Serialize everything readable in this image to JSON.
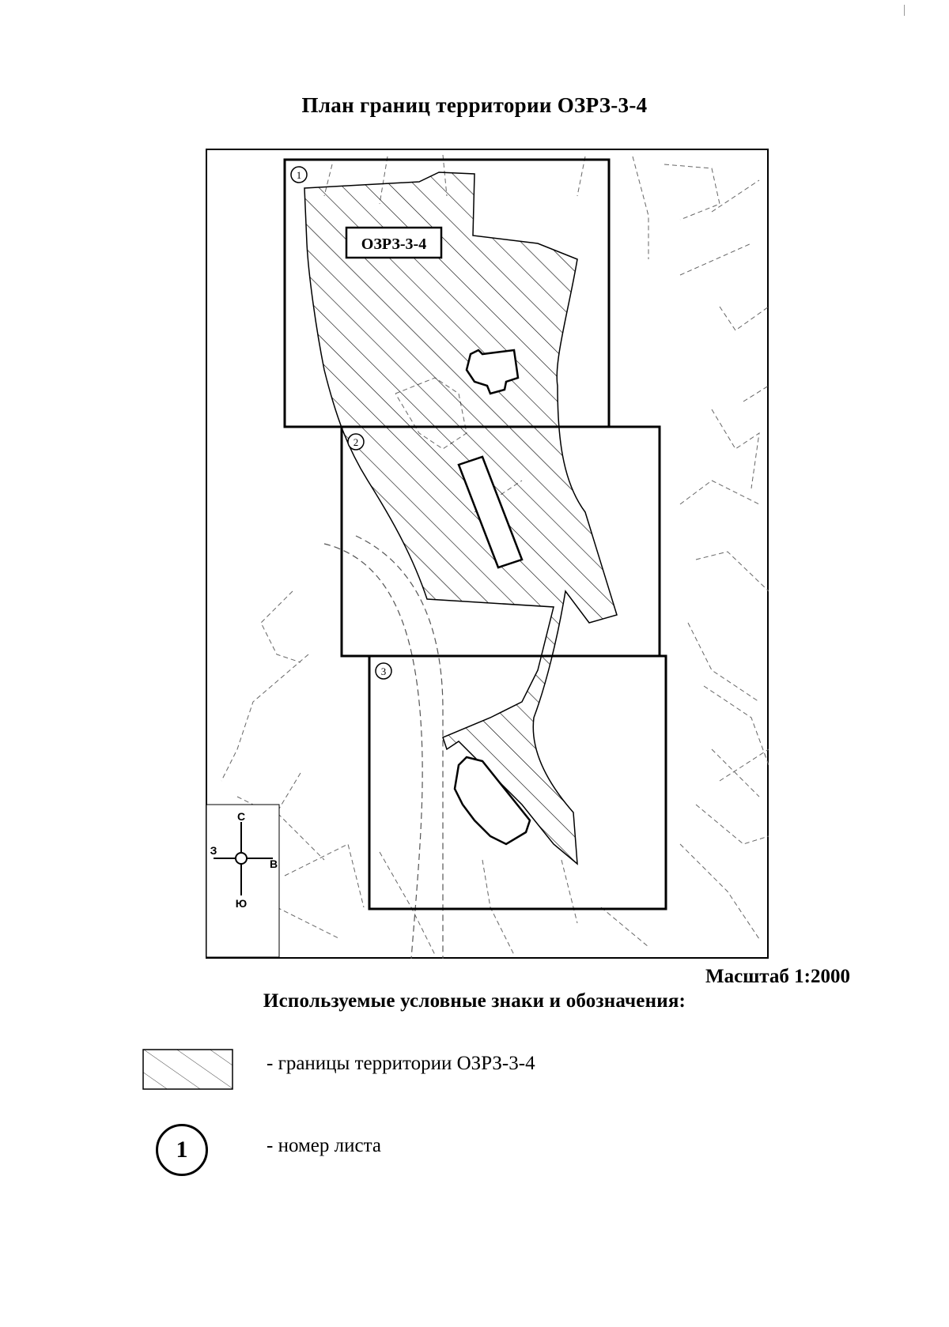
{
  "title": "План границ территории ОЗРЗ-3-4",
  "map": {
    "zone_label": "ОЗРЗ-3-4",
    "sheets": [
      "1",
      "2",
      "3"
    ],
    "compass": {
      "north": "С",
      "south": "Ю",
      "west": "З",
      "east": "В"
    }
  },
  "scale_text": "Масштаб 1:2000",
  "legend": {
    "title": "Используемые условные знаки и обозначения:",
    "items": [
      {
        "symbol": "hatch",
        "text": "- границы территории ОЗРЗ-3-4"
      },
      {
        "symbol": "1",
        "text": "- номер листа"
      }
    ]
  }
}
